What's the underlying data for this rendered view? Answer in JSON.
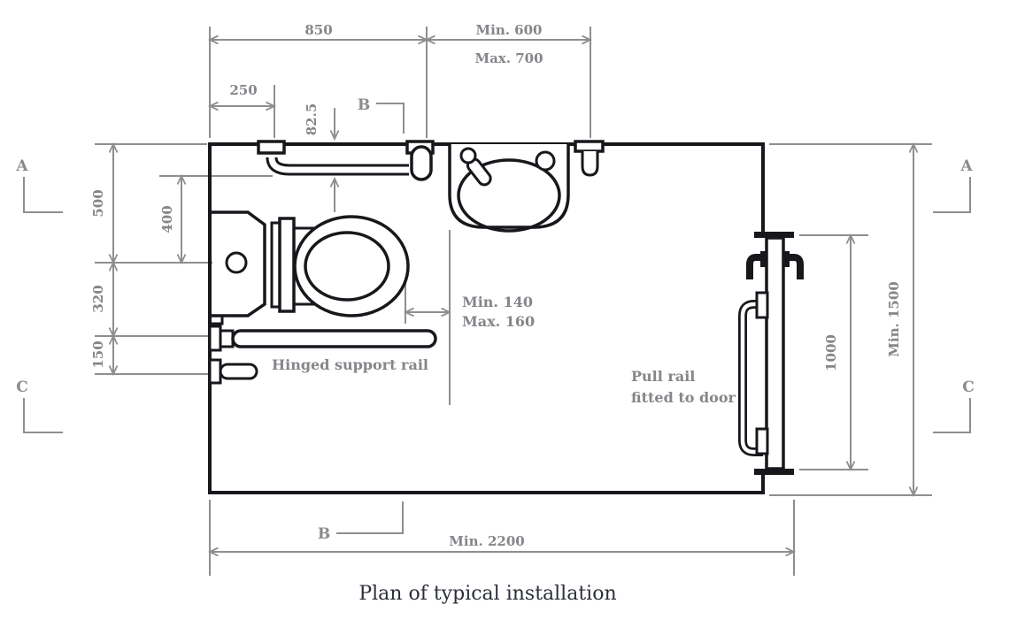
{
  "title": "Plan of typical installation",
  "colors": {
    "drawing_line": "#17171c",
    "dimension_line": "#8e8e90",
    "dimension_text": "#85858a",
    "title_text": "#2b2f38",
    "background": "#ffffff"
  },
  "dims": {
    "d850": "850",
    "d600": "Min. 600",
    "d700": "Max. 700",
    "d250": "250",
    "d825": "82.5",
    "d500": "500",
    "d400": "400",
    "d320": "320",
    "d150": "150",
    "d1000": "1000",
    "d1500": "Min. 1500",
    "d2200": "Min. 2200",
    "d140": "Min. 140",
    "d160": "Max. 160"
  },
  "sections": {
    "a": "A",
    "b": "B",
    "c": "C"
  },
  "labels": {
    "hinged_rail": "Hinged support rail",
    "pull_rail_line1": "Pull rail",
    "pull_rail_line2": "fitted to door"
  }
}
